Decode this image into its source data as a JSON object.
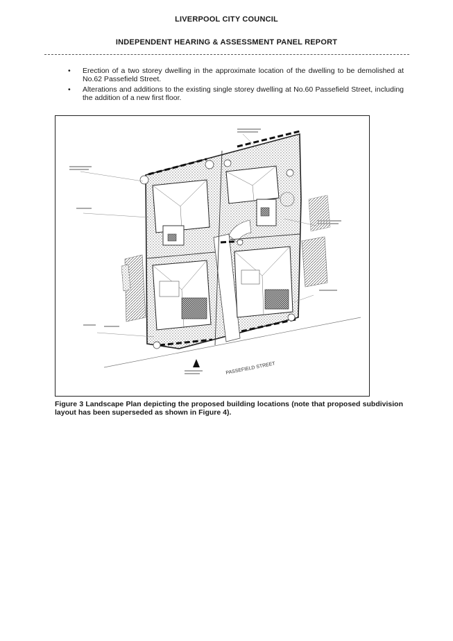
{
  "header": {
    "council": "LIVERPOOL CITY COUNCIL",
    "report_title": "INDEPENDENT HEARING & ASSESSMENT PANEL REPORT"
  },
  "bullets": [
    "Erection of a two storey dwelling in the approximate location of the dwelling to be demolished at No.62 Passefield Street.",
    "Alterations and additions to the existing single storey dwelling at No.60 Passefield Street, including the addition of a new first floor."
  ],
  "figure": {
    "street_label": "PASSEFIELD STREET",
    "caption": "Figure 3 Landscape Plan depicting the proposed building locations (note that proposed subdivision layout has been superseded as shown in Figure 4)."
  }
}
